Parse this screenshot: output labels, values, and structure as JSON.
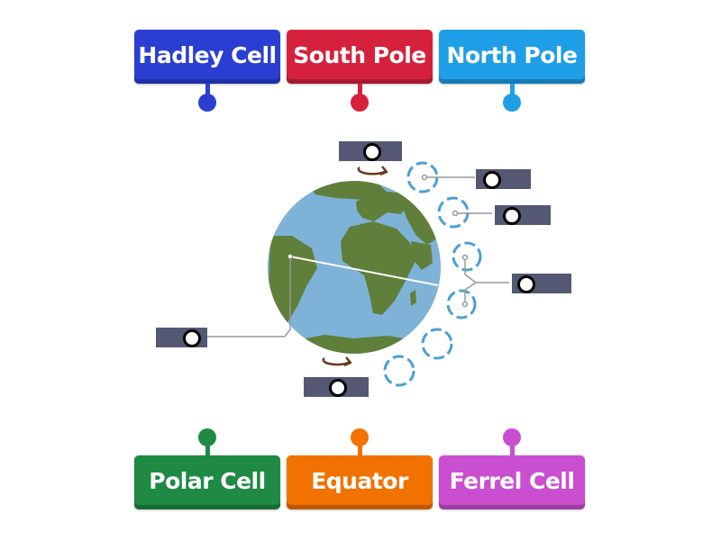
{
  "tiles": {
    "hadley_cell": {
      "label": "Hadley Cell",
      "color": "#2a3fd2"
    },
    "south_pole": {
      "label": "South Pole",
      "color": "#d6213c"
    },
    "north_pole": {
      "label": "North Pole",
      "color": "#1f9ee8"
    },
    "polar_cell": {
      "label": "Polar Cell",
      "color": "#1f8a44"
    },
    "equator": {
      "label": "Equator",
      "color": "#f27200"
    },
    "ferrel_cell": {
      "label": "Ferrel Cell",
      "color": "#c94fd0"
    }
  },
  "colors": {
    "ocean": "#7eb2d6",
    "land": "#5f7f3a",
    "circulation": "#4aa0d2",
    "rotation_arrow": "#6b3a1e",
    "drop_slot": "#555873",
    "leader_line": "#999999"
  },
  "icons": {
    "globe": "earth-globe-icon",
    "circulation": "circulation-cell-ring-icon",
    "rotation": "rotation-arrow-icon"
  }
}
